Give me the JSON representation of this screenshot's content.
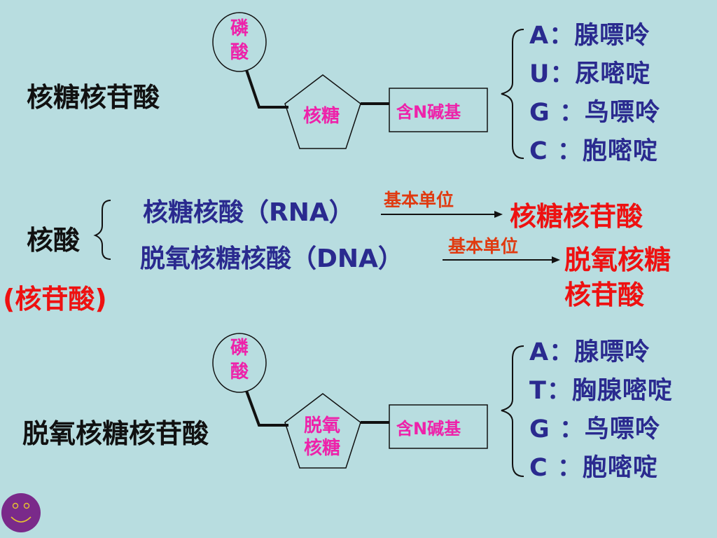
{
  "top": {
    "name": "核糖核苷酸",
    "phosphate": [
      "磷",
      "酸"
    ],
    "sugar": "核糖",
    "base_box": "含N碱基",
    "bases": [
      "A：腺嘌呤",
      "U：尿嘧啶",
      "G ：鸟嘌呤",
      "C ：胞嘧啶"
    ]
  },
  "middle": {
    "nucleic_acid": "核酸",
    "nucleic_acid_alt": "(核苷酸)",
    "rna_label": "核糖核酸（RNA）",
    "dna_label": "脱氧核糖核酸（DNA）",
    "unit_label_1": "基本单位",
    "unit_label_2": "基本单位",
    "rna_unit": "核糖核苷酸",
    "dna_unit_line1": "脱氧核糖",
    "dna_unit_line2": "核苷酸"
  },
  "bottom": {
    "name": "脱氧核糖核苷酸",
    "phosphate": [
      "磷",
      "酸"
    ],
    "sugar": [
      "脱氧",
      "核糖"
    ],
    "base_box": "含N碱基",
    "bases": [
      "A：腺嘌呤",
      "T：胸腺嘧啶",
      "G ：鸟嘌呤",
      "C ：胞嘧啶"
    ]
  },
  "colors": {
    "background": "#b8dde0",
    "navy": "#2a2a8f",
    "red": "#ee1111",
    "magenta": "#ee22aa",
    "smiley": "#7a2a8a"
  },
  "icons": {
    "corner": "smiley-face-icon"
  }
}
